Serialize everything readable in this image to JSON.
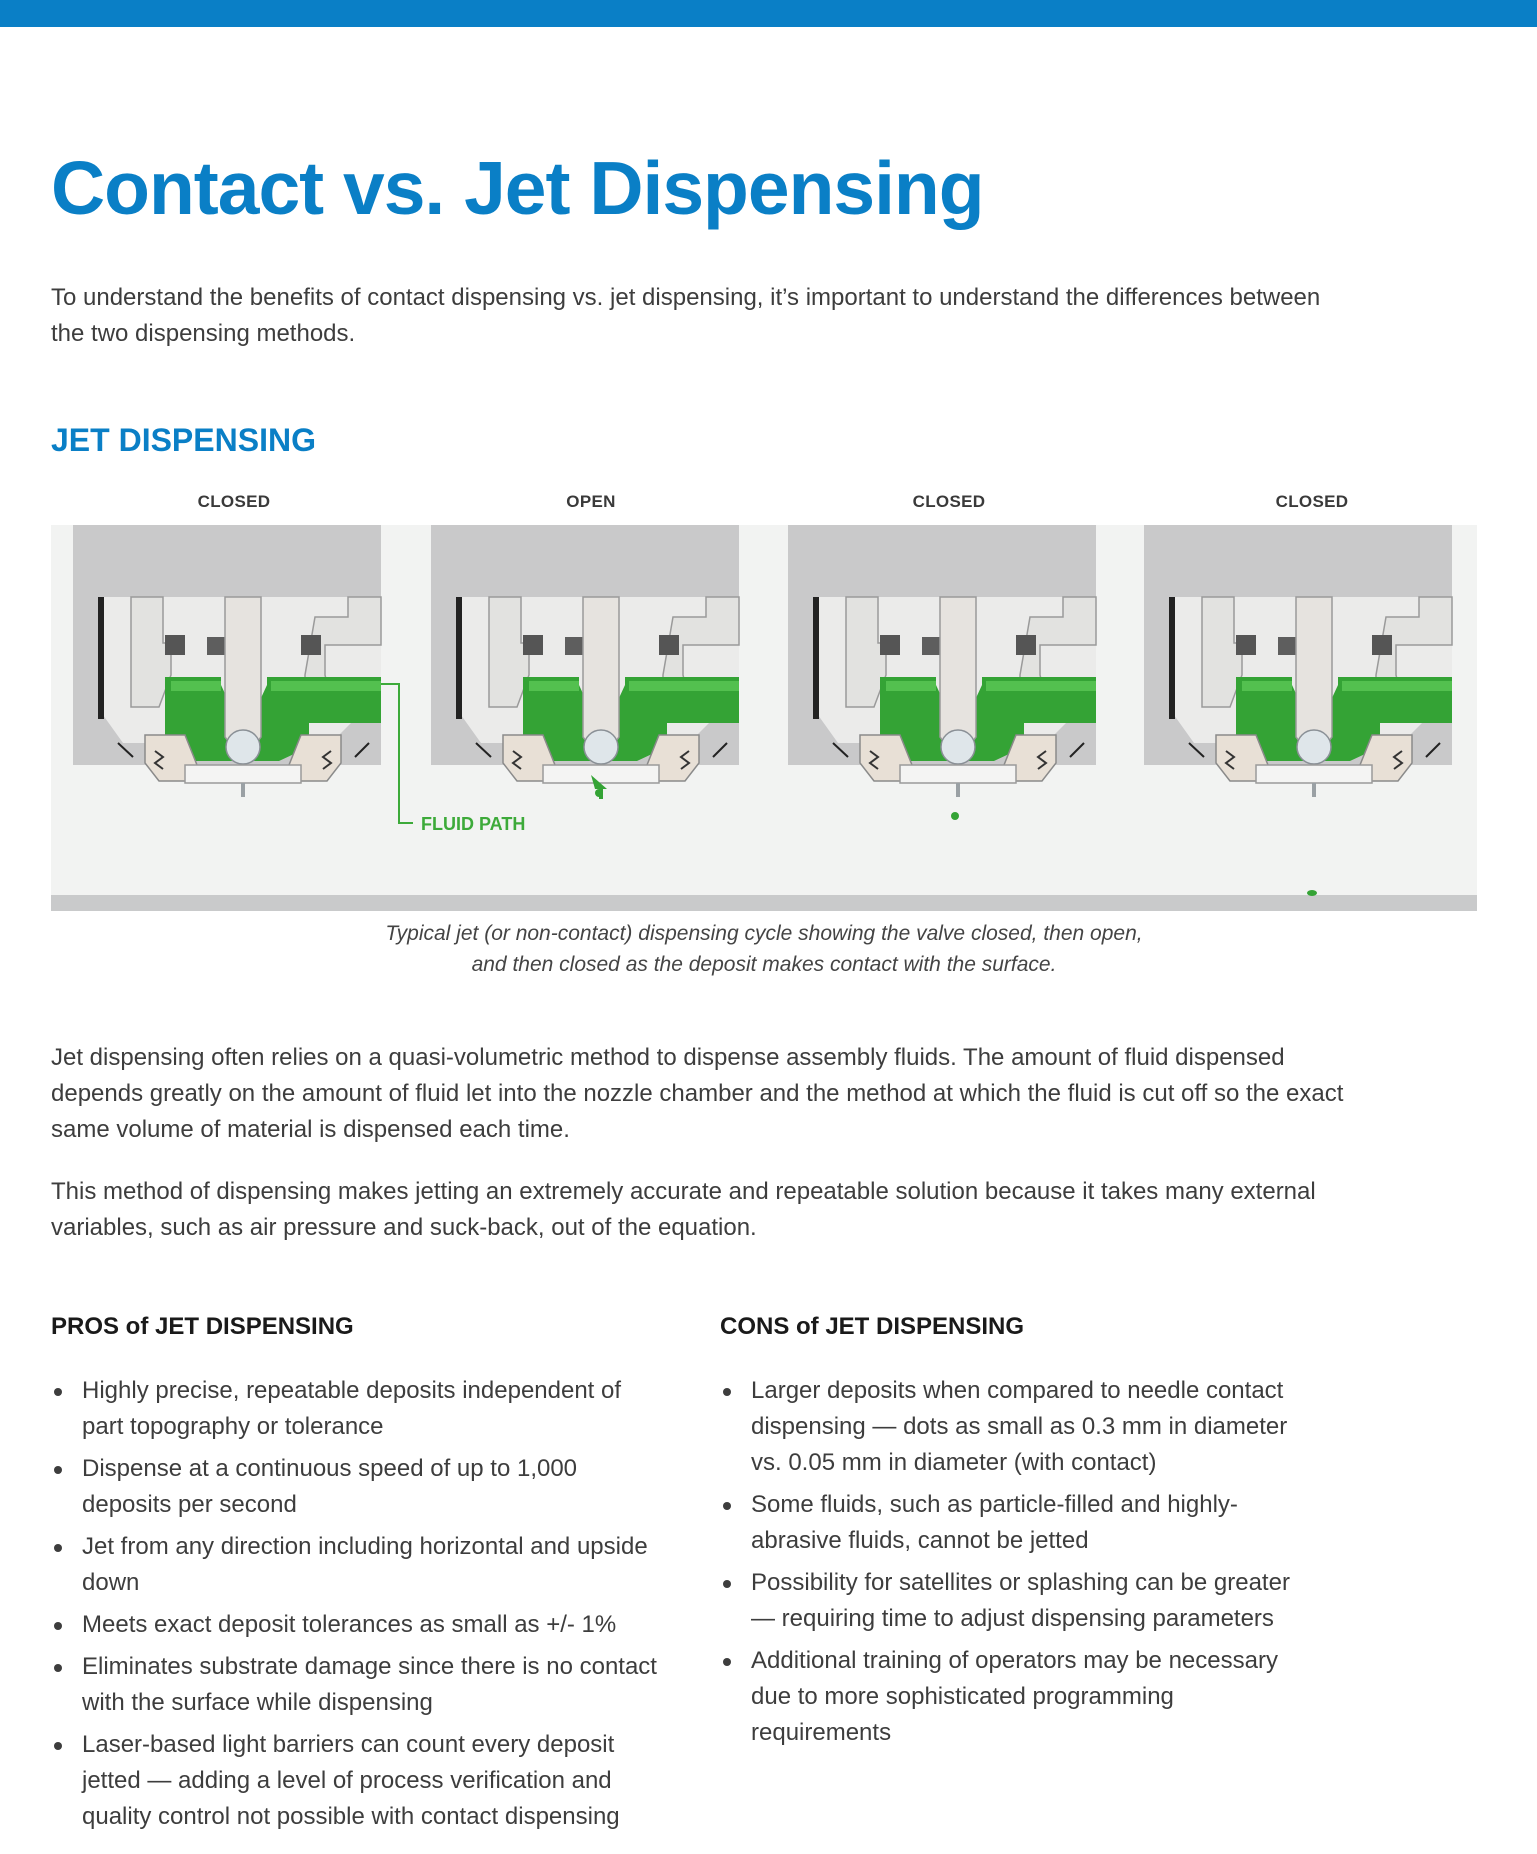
{
  "header": {
    "accent_color": "#0a7fc6"
  },
  "title": "Contact vs. Jet Dispensing",
  "intro": "To understand the benefits of contact dispensing vs. jet dispensing, it’s important to understand the differences between the two dispensing methods.",
  "section_title": "JET DISPENSING",
  "figure": {
    "stages": [
      "CLOSED",
      "OPEN",
      "CLOSED",
      "CLOSED"
    ],
    "fluid_path_label": "FLUID PATH",
    "fluid_color": "#3daa3a",
    "caption_line1": "Typical jet (or non-contact) dispensing cycle showing the valve closed, then open,",
    "caption_line2": "and then closed as the deposit makes contact with the surface."
  },
  "paragraphs": [
    "Jet dispensing often relies on a quasi-volumetric method to dispense assembly fluids. The amount of fluid dispensed depends greatly on the amount of fluid let into the nozzle chamber and the method at which the fluid is cut off so the exact same volume of material is dispensed each time.",
    "This method of dispensing makes jetting an extremely accurate and repeatable solution because it takes many external variables, such as air pressure and suck-back, out of the equation."
  ],
  "pros": {
    "heading": "PROS of JET DISPENSING",
    "items": [
      "Highly precise, repeatable deposits independent of part topography or tolerance",
      "Dispense at a continuous speed of up to 1,000 deposits per second",
      "Jet from any direction including horizontal and upside down",
      "Meets exact deposit tolerances as small as +/- 1%",
      "Eliminates substrate damage since there is no contact with the surface while dispensing",
      "Laser-based light barriers can count every deposit jetted — adding a level of process verification and quality control not possible with contact dispensing"
    ]
  },
  "cons": {
    "heading": "CONS of JET DISPENSING",
    "items": [
      "Larger deposits when compared to needle contact dispensing — dots as small as 0.3 mm in diameter vs. 0.05 mm in diameter (with contact)",
      "Some fluids, such as particle-filled and highly-abrasive fluids, cannot be jetted",
      "Possibility for satellites or splashing can be greater — requiring time to adjust dispensing parameters",
      "Additional training of operators may be necessary due to more sophisticated programming requirements"
    ]
  }
}
